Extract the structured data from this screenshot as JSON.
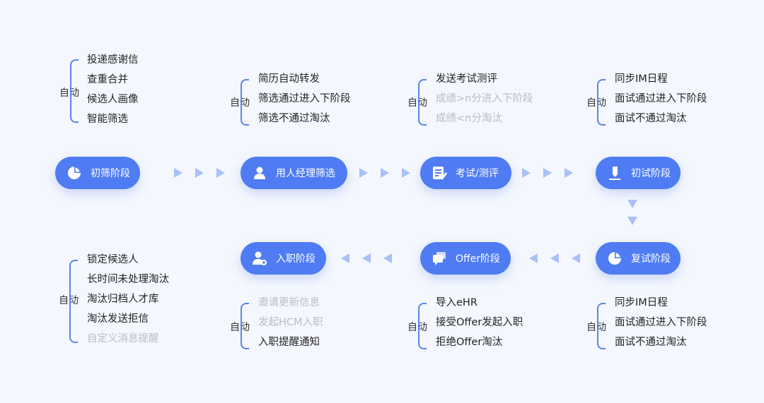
{
  "auto": "自动",
  "stages": {
    "s1": "初筛阶段",
    "s2": "用人经理筛选",
    "s3": "考试/测评",
    "s4": "初试阶段",
    "s5": "复试阶段",
    "s6": "Offer阶段",
    "s7": "入职阶段"
  },
  "groups": {
    "g1": [
      "投递感谢信",
      "查重合并",
      "候选人画像",
      "智能筛选"
    ],
    "g2": [
      "简历自动转发",
      "筛选通过进入下阶段",
      "筛选不通过淘汰"
    ],
    "g3": [
      "发送考试测评",
      "成绩>n分进入下阶段",
      "成绩<n分淘汰"
    ],
    "g4": [
      "同步IM日程",
      "面试通过进入下阶段",
      "面试不通过淘汰"
    ],
    "g5": [
      "锁定候选人",
      "长时间未处理淘汰",
      "淘汰归档人才库",
      "淘汰发送拒信",
      "自定义消息提醒"
    ],
    "g6": [
      "邀请更新信息",
      "发起HCM入职",
      "入职提醒通知"
    ],
    "g7": [
      "导入eHR",
      "接受Offer发起入职",
      "拒绝Offer淘汰"
    ],
    "g8": [
      "同步IM日程",
      "面试通过进入下阶段",
      "面试不通过淘汰"
    ]
  },
  "icons": {
    "s1": "pie-chart-icon",
    "s2": "person-icon",
    "s3": "edit-doc-icon",
    "s4": "pen-icon",
    "s5": "pie-chart-icon",
    "s6": "chat-icon",
    "s7": "person-add-icon"
  },
  "colors": {
    "accent": "#4f7cf3",
    "arrow": "#a9c1f7",
    "bracket": "#5a85ef",
    "dim": "#b9bdc6"
  }
}
